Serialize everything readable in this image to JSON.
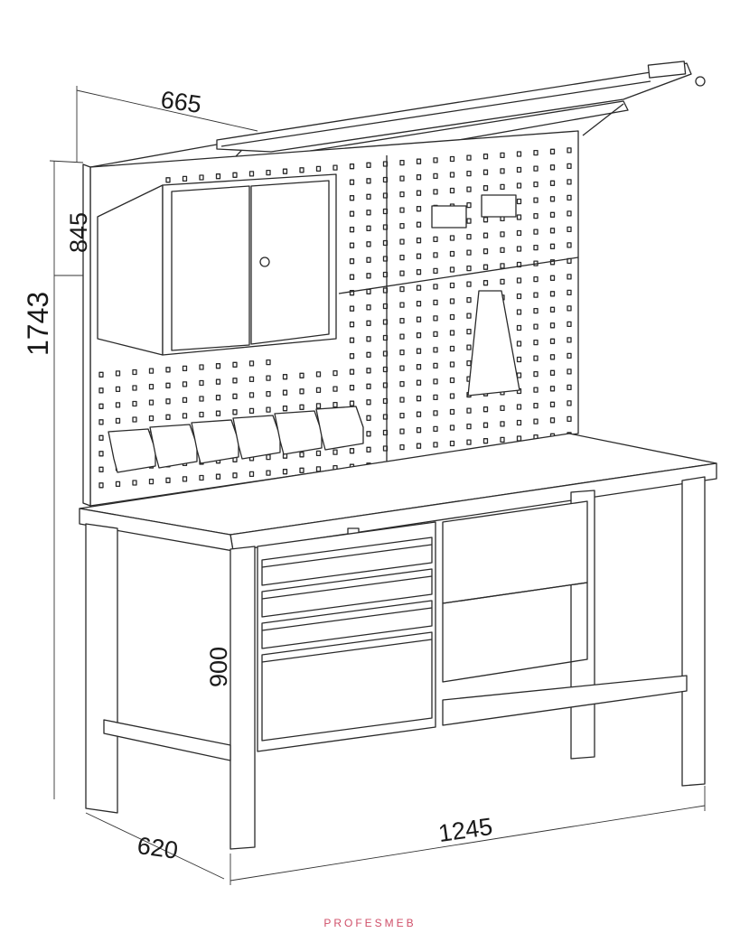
{
  "dimensions": {
    "canopy_depth": "665",
    "upper_height": "845",
    "total_height": "1743",
    "bench_height": "900",
    "bench_depth": "620",
    "bench_width": "1245"
  },
  "watermark": "PROFESMEB",
  "colors": {
    "line": "#2a2a2a",
    "watermark": "#d0506a"
  }
}
